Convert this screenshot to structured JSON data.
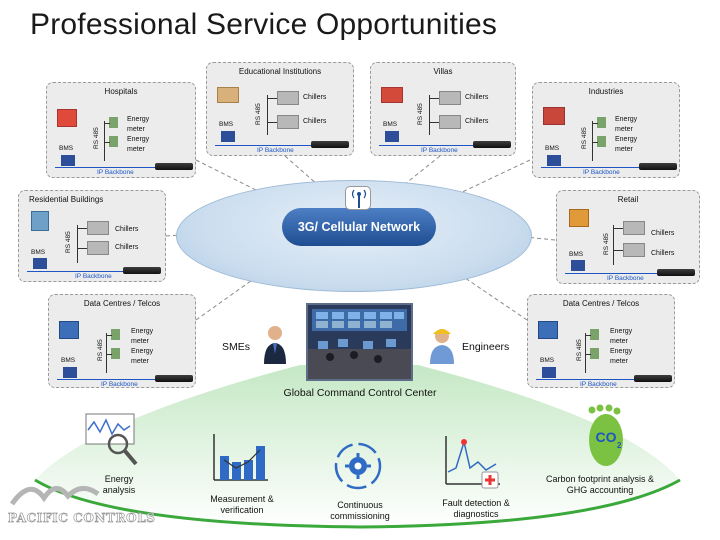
{
  "title": "Professional Service Opportunities",
  "network": {
    "label": "3G/ Cellular Network"
  },
  "command_center": {
    "label": "Global Command Control Center"
  },
  "people": {
    "left": "SMEs",
    "right": "Engineers"
  },
  "common": {
    "bms": "BMS",
    "rs485": "RS 485",
    "ip_backbone": "IP Backbone"
  },
  "sites": {
    "hospitals": {
      "name": "Hospitals",
      "dev1": "Energy meter",
      "dev2": "Energy meter"
    },
    "education": {
      "name": "Educational Institutions",
      "dev1": "Chillers",
      "dev2": "Chillers"
    },
    "villas": {
      "name": "Villas",
      "dev1": "Chillers",
      "dev2": "Chillers"
    },
    "industries": {
      "name": "Industries",
      "dev1": "Energy meter",
      "dev2": "Energy meter"
    },
    "residential": {
      "name": "Residential Buildings",
      "dev1": "Chillers",
      "dev2": "Chillers"
    },
    "retail": {
      "name": "Retail",
      "dev1": "Chillers",
      "dev2": "Chillers"
    },
    "datacentres_left": {
      "name": "Data Centres / Telcos",
      "dev1": "Energy meter",
      "dev2": "Energy meter"
    },
    "datacentres_right": {
      "name": "Data Centres / Telcos",
      "dev1": "Energy meter",
      "dev2": "Energy meter"
    }
  },
  "services": [
    {
      "label": "Energy analysis",
      "icon": "magnifier-chart-icon"
    },
    {
      "label": "Measurement & verification",
      "icon": "bar-chart-icon"
    },
    {
      "label": "Continuous commissioning",
      "icon": "cycle-gear-icon"
    },
    {
      "label": "Fault detection & diagnostics",
      "icon": "fault-chart-icon"
    },
    {
      "label": "Carbon footprint analysis & GHG accounting",
      "icon": "co2-footprint-icon"
    }
  ],
  "logo": {
    "text": "PACIFIC CONTROLS"
  },
  "colors": {
    "network_blue": "#1f4d92",
    "ip_backbone": "#1d55c4",
    "ellipse_green": "#3aa83a",
    "footprint_green": "#7cc242"
  }
}
